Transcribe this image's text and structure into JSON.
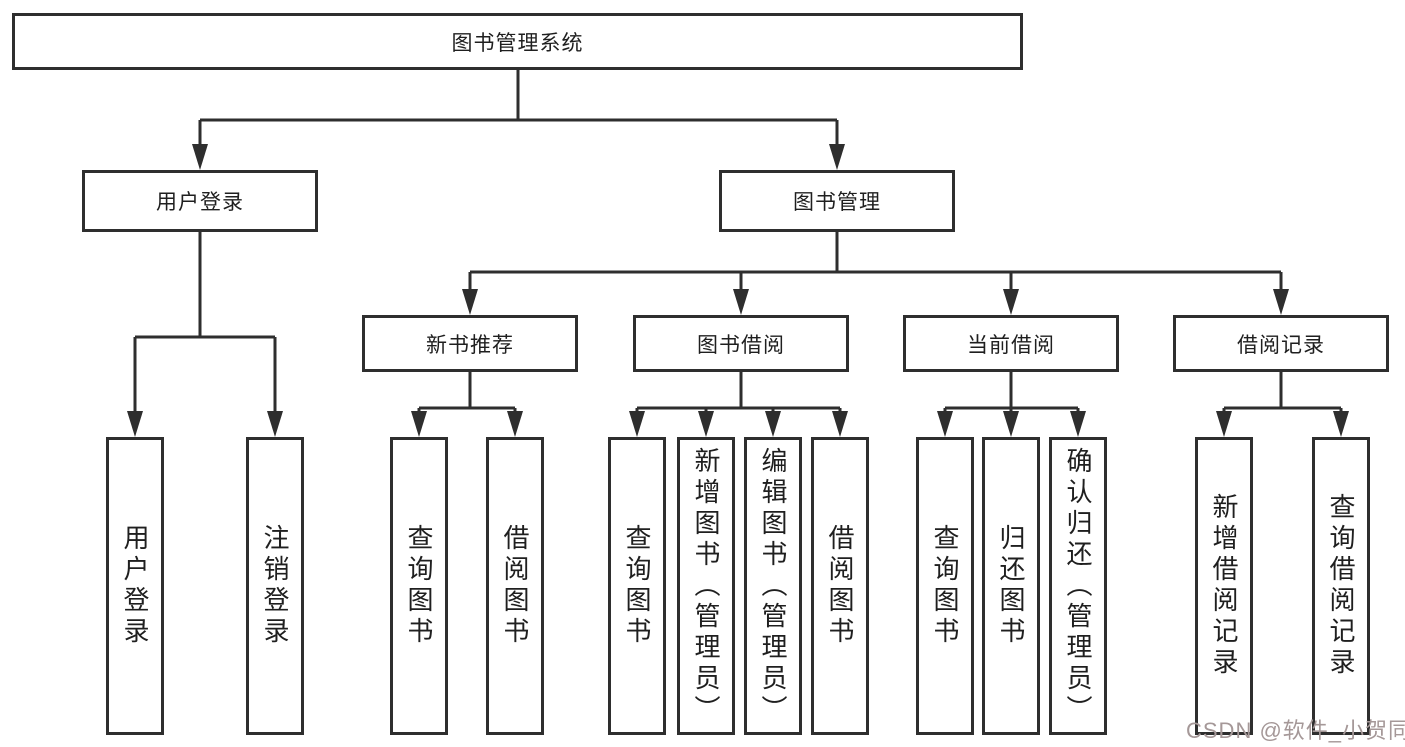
{
  "colors": {
    "line": "#2e2e2e",
    "text": "#1f1f1f",
    "watermark": "#a59898",
    "background": "#ffffff"
  },
  "watermark": {
    "text": "CSDN @软件_小贺同学"
  },
  "tree": {
    "label": "图书管理系统",
    "children": [
      {
        "label": "用户登录",
        "children": [
          {
            "label": "用户登录"
          },
          {
            "label": "注销登录"
          }
        ]
      },
      {
        "label": "图书管理",
        "children": [
          {
            "label": "新书推荐",
            "children": [
              {
                "label": "查询图书"
              },
              {
                "label": "借阅图书"
              }
            ]
          },
          {
            "label": "图书借阅",
            "children": [
              {
                "label": "查询图书"
              },
              {
                "label": "新增图书（管理员）"
              },
              {
                "label": "编辑图书（管理员）"
              },
              {
                "label": "借阅图书"
              }
            ]
          },
          {
            "label": "当前借阅",
            "children": [
              {
                "label": "查询图书"
              },
              {
                "label": "归还图书"
              },
              {
                "label": "确认归还（管理员）"
              }
            ]
          },
          {
            "label": "借阅记录",
            "children": [
              {
                "label": "新增借阅记录"
              },
              {
                "label": "查询借阅记录"
              }
            ]
          }
        ]
      }
    ]
  }
}
